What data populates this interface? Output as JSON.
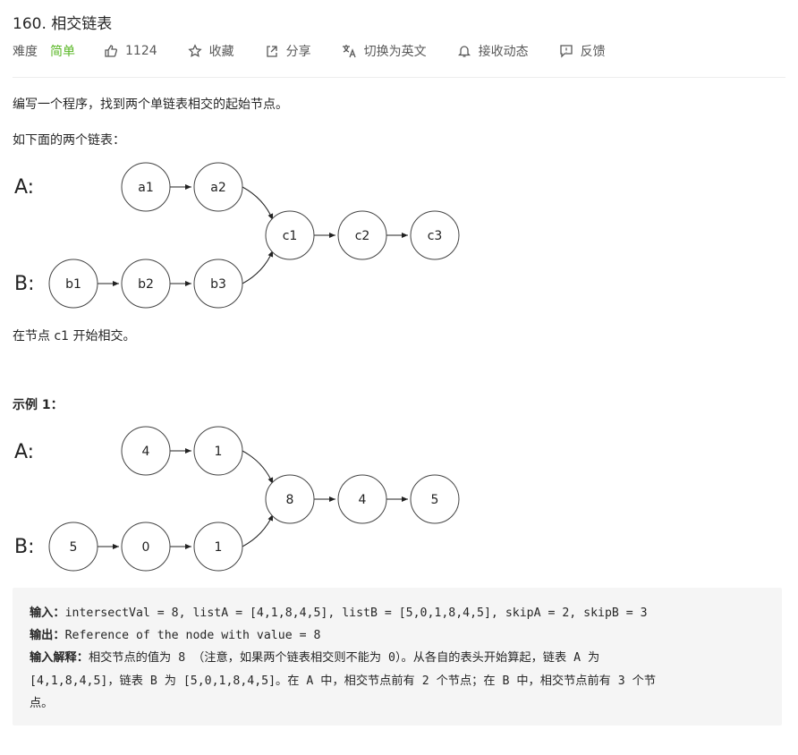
{
  "problem": {
    "title": "160. 相交链表",
    "difficulty_label": "难度",
    "difficulty": "简单",
    "likes": "1124",
    "favorite": "收藏",
    "share": "分享",
    "switch_lang": "切换为英文",
    "notify": "接收动态",
    "feedback": "反馈"
  },
  "description": {
    "intro": "编写一个程序，找到两个单链表相交的起始节点。",
    "lead": "如下面的两个链表：",
    "note": "在节点 c1 开始相交。",
    "example_title": "示例 1："
  },
  "diagram1": {
    "label_a": "A:",
    "label_b": "B:",
    "list_a": [
      "a1",
      "a2"
    ],
    "list_b": [
      "b1",
      "b2",
      "b3"
    ],
    "shared": [
      "c1",
      "c2",
      "c3"
    ]
  },
  "diagram2": {
    "label_a": "A:",
    "label_b": "B:",
    "list_a": [
      "4",
      "1"
    ],
    "list_b": [
      "5",
      "0",
      "1"
    ],
    "shared": [
      "8",
      "4",
      "5"
    ]
  },
  "example": {
    "input_label": "输入：",
    "input_value": "intersectVal = 8, listA = [4,1,8,4,5], listB = [5,0,1,8,4,5], skipA = 2, skipB = 3",
    "output_label": "输出：",
    "output_value": "Reference of the node with value = 8",
    "explain_label": "输入解释：",
    "explain_line1": "相交节点的值为 8 （注意，如果两个链表相交则不能为 0）。从各自的表头开始算起，链表 A 为",
    "explain_line2": "[4,1,8,4,5]，链表 B 为 [5,0,1,8,4,5]。在 A 中，相交节点前有 2 个节点；在 B 中，相交节点前有 3 个节",
    "explain_line3": "点。"
  }
}
